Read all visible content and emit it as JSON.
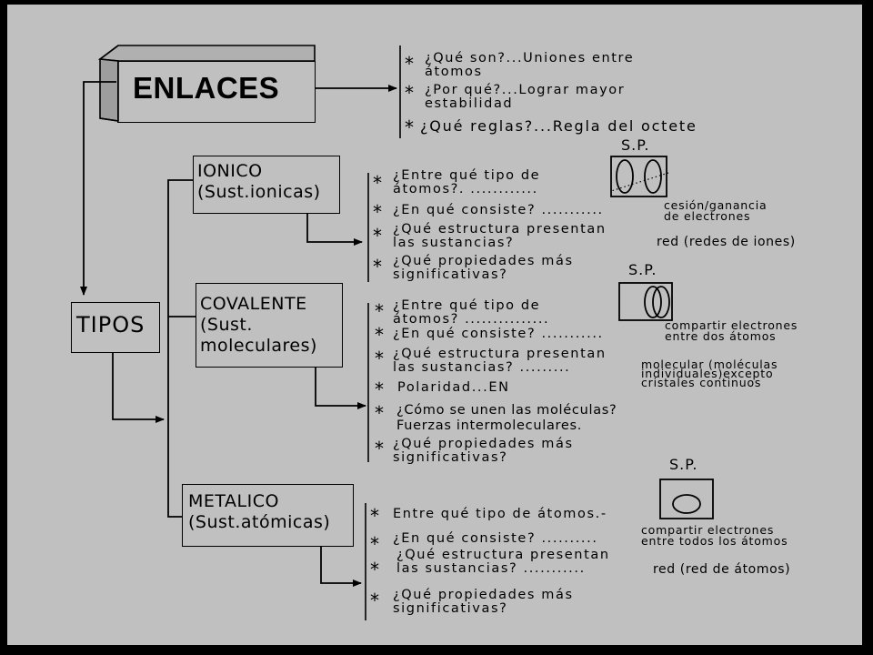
{
  "root": {
    "label": "ENLACES"
  },
  "tipos": {
    "label": "TIPOS"
  },
  "intro": [
    {
      "star": "*",
      "text": "¿Qué son?...Uniones entre\nátomos"
    },
    {
      "star": "*",
      "text": "¿Por qué?...Lograr mayor\nestabilidad"
    },
    {
      "star": "*",
      "text": "¿Qué reglas?...Regla del octete"
    }
  ],
  "ionico": {
    "label": "IONICO\n(Sust.ionicas)",
    "sp_label": "S.P.",
    "questions": [
      {
        "star": "*",
        "text": "¿Entre qué tipo de\nátomos?.  ............"
      },
      {
        "star": "*",
        "text": "¿En qué consiste? ..........."
      },
      {
        "star": "*",
        "text": "¿Qué estructura presentan\nlas sustancias?"
      },
      {
        "star": "*",
        "text": "¿Qué propiedades más\nsignificativas?"
      }
    ],
    "answers": [
      "cesión/ganancia\nde electrones",
      "red (redes de iones)"
    ]
  },
  "covalente": {
    "label": "COVALENTE\n(Sust.\nmoleculares)",
    "sp_label": "S.P.",
    "questions": [
      {
        "star": "*",
        "text": "¿Entre qué tipo de\nátomos? ..............."
      },
      {
        "star": "*",
        "text": "¿En qué consiste?  ..........."
      },
      {
        "star": "*",
        "text": "¿Qué estructura presentan\nlas sustancias?  ........."
      },
      {
        "star": "*",
        "text": "Polaridad...EN"
      },
      {
        "star": "*",
        "text": "¿Cómo se unen las moléculas?\nFuerzas intermoleculares."
      },
      {
        "star": "*",
        "text": "¿Qué propiedades más\nsignificativas?"
      }
    ],
    "answers": [
      "compartir electrones\nentre dos átomos",
      "molecular (moléculas\nindividuales)excepto\ncristales continuos"
    ]
  },
  "metalico": {
    "label": "METALICO\n(Sust.atómicas)",
    "sp_label": "S.P.",
    "questions": [
      {
        "star": "*",
        "text": "Entre qué tipo de átomos.-"
      },
      {
        "star": "*",
        "text": "¿En qué consiste? .........."
      },
      {
        "star": "*",
        "text": "¿Qué estructura presentan\nlas sustancias? ..........."
      },
      {
        "star": "*",
        "text": "¿Qué propiedades más\nsignificativas?"
      }
    ],
    "answers": [
      "compartir electrones\nentre todos los átomos",
      "red (red de átomos)"
    ]
  }
}
